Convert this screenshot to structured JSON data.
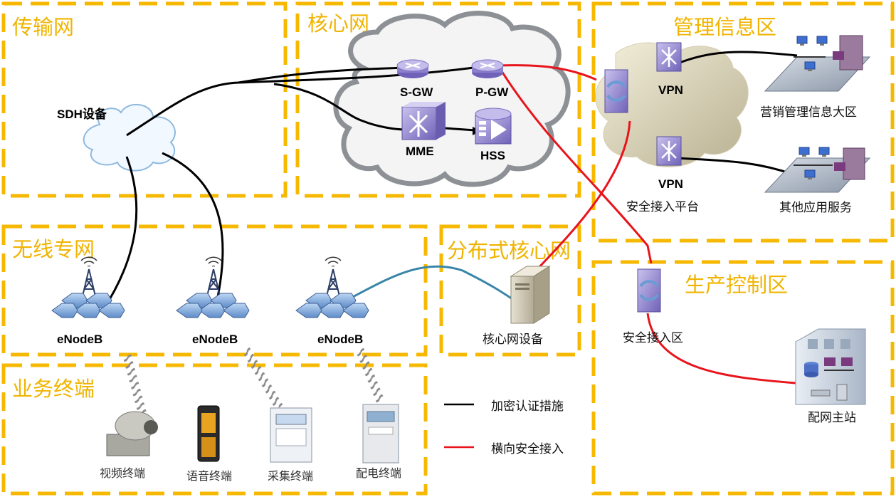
{
  "zones": {
    "transport": "传输网",
    "core": "核心网",
    "mgmt": "管理信息区",
    "wireless": "无线专网",
    "distributed": "分布式核心网",
    "production": "生产控制区",
    "terminals": "业务终端"
  },
  "nodes": {
    "sdh": "SDH设备",
    "sgw": "S-GW",
    "pgw": "P-GW",
    "mme": "MME",
    "hss": "HSS",
    "vpn1": "VPN",
    "vpn2": "VPN",
    "secure_platform": "安全接入平台",
    "marketing": "营销管理信息大区",
    "other_apps": "其他应用服务",
    "enb1": "eNodeB",
    "enb2": "eNodeB",
    "enb3": "eNodeB",
    "core_device": "核心网设备",
    "secure_zone": "安全接入区",
    "master_station": "配网主站"
  },
  "terminals": [
    "视频终端",
    "语音终端",
    "采集终端",
    "配电终端"
  ],
  "legend": {
    "black": "加密认证措施",
    "red": "横向安全接入"
  },
  "colors": {
    "zone_border": "#f6b800",
    "zone_title": "#f0b400",
    "encrypt_line": "#000000",
    "lateral_line": "#e8141c",
    "wireless_link": "#3a86a8"
  }
}
